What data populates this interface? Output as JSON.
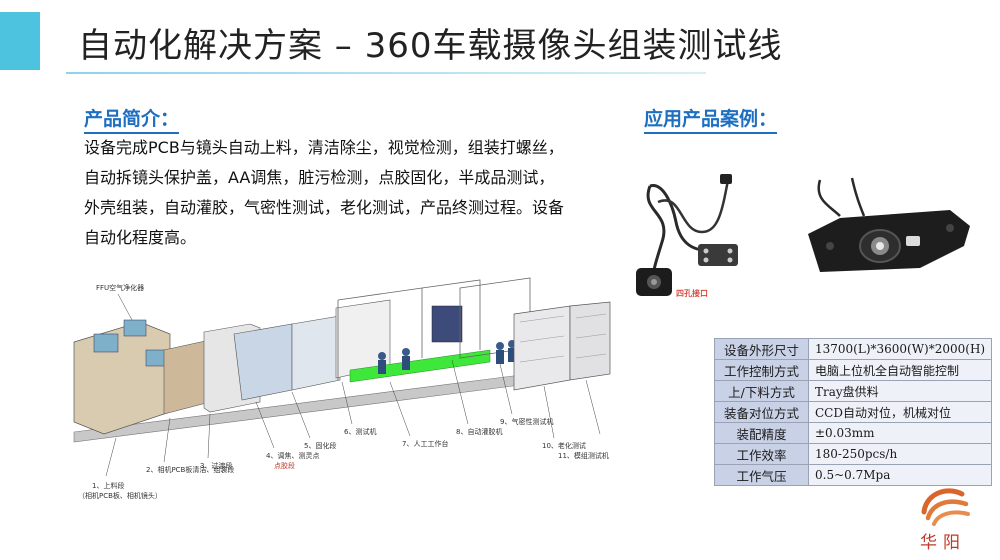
{
  "title": "自动化解决方案 – 360车载摄像头组装测试线",
  "intro": {
    "heading": "产品简介：",
    "lines": [
      "设备完成PCB与镜头自动上料，清洁除尘，视觉检测，组装打螺丝，",
      "自动拆镜头保护盖，AA调焦，脏污检测，点胶固化，半成品测试，",
      "外壳组装，自动灌胶，气密性测试，老化测试，产品终测过程。设备",
      "自动化程度高。"
    ]
  },
  "cases": {
    "heading": "应用产品案例：",
    "photo_tag": "四孔接口"
  },
  "diagram": {
    "ffu": "FFU空气净化器",
    "stations": [
      {
        "name": "1、上料段",
        "sub": "（相机PCB板、相机镜头）"
      },
      {
        "name": "2、相机PCB板清洁、组装段",
        "sub": ""
      },
      {
        "name": "3、过渡段",
        "sub": ""
      },
      {
        "name": "4、调焦、测灵点",
        "sub": "点胶段"
      },
      {
        "name": "5、固化段",
        "sub": ""
      },
      {
        "name": "6、测试机",
        "sub": ""
      },
      {
        "name": "7、人工工作台",
        "sub": ""
      },
      {
        "name": "8、自动灌胶机",
        "sub": ""
      },
      {
        "name": "9、气密性测试机",
        "sub": ""
      },
      {
        "name": "10、老化测试",
        "sub": ""
      },
      {
        "name": "11、模组测试机",
        "sub": ""
      }
    ]
  },
  "specs": [
    {
      "key": "设备外形尺寸",
      "value": "13700(L)*3600(W)*2000(H)"
    },
    {
      "key": "工作控制方式",
      "value": "电脑上位机全自动智能控制"
    },
    {
      "key": "上/下料方式",
      "value": "Tray盘供料"
    },
    {
      "key": "装备对位方式",
      "value": "CCD自动对位，机械对位"
    },
    {
      "key": "装配精度",
      "value": "±0.03mm"
    },
    {
      "key": "工作效率",
      "value": "180-250pcs/h"
    },
    {
      "key": "工作气压",
      "value": "0.5~0.7Mpa"
    }
  ],
  "logo": {
    "text": "华阳",
    "color": "#d9652b"
  },
  "colors": {
    "accent": "#4ec3e0",
    "heading": "#1e6fc1",
    "table_key": "#c9d1e6",
    "table_value": "#eef1f8"
  }
}
